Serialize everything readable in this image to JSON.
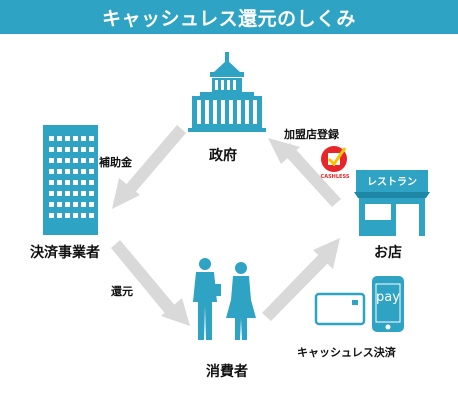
{
  "title": "キャッシュレス還元のしくみ",
  "nodes": {
    "government": "政府",
    "provider": "決済事業者",
    "shop": "お店",
    "consumer": "消費者"
  },
  "arrows": {
    "registration": "加盟店登録",
    "subsidy": "補助金",
    "rebate": "還元"
  },
  "shop_sign": "レストラン",
  "cashless_logo": "CASHLESS",
  "payment": {
    "label": "キャッシュレス決済",
    "phone_text": "pay"
  },
  "colors": {
    "accent": "#2ea3c4",
    "arrow": "#d9d9d9",
    "logo_red": "#e8262a",
    "logo_yellow": "#f4c400"
  }
}
